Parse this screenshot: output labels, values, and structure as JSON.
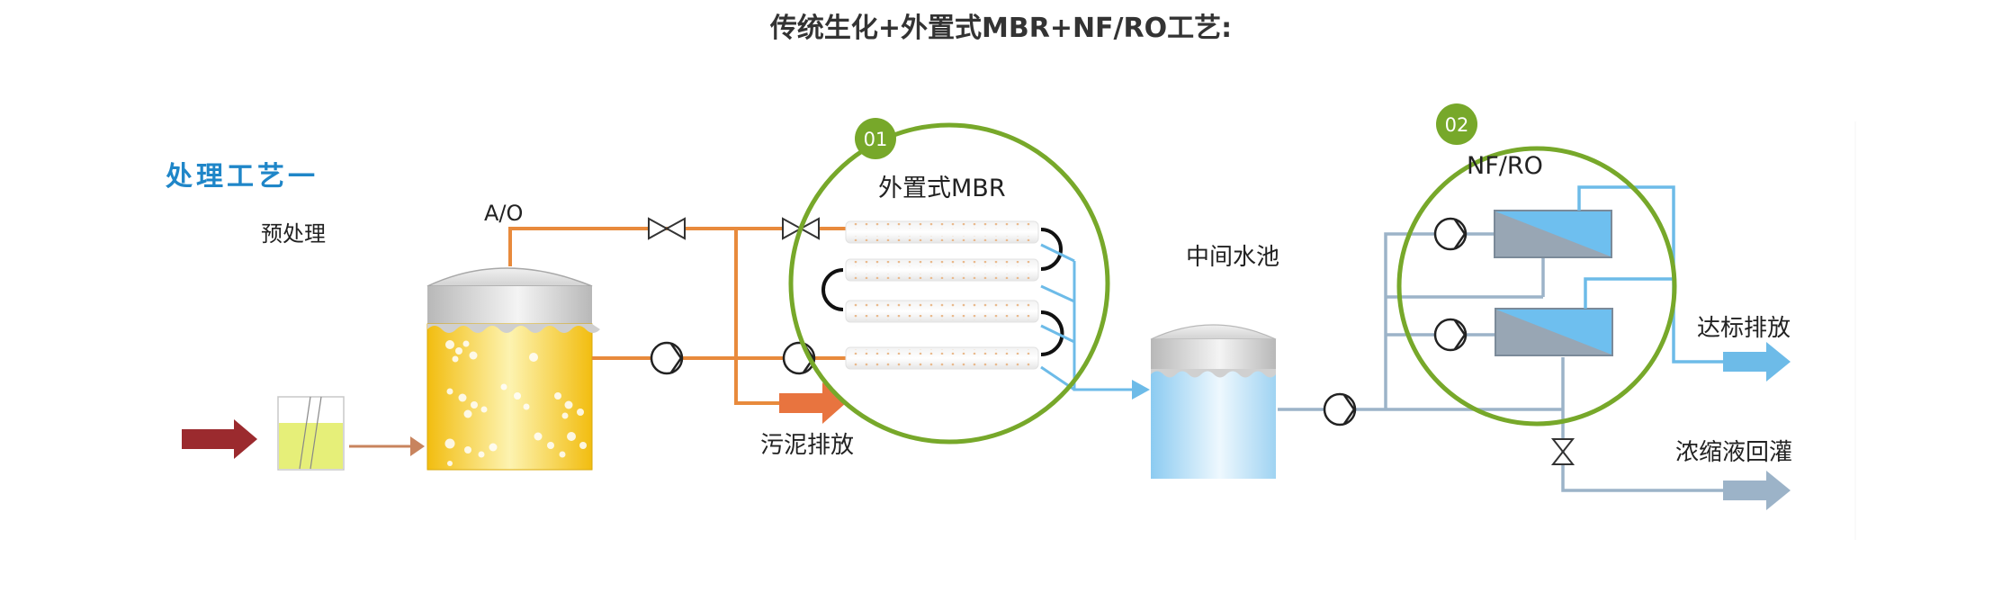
{
  "page": {
    "title": "传统生化+外置式MBR+NF/RO工艺:"
  },
  "diagram": {
    "heading": "处理工艺一",
    "colors": {
      "heading_blue": "#1f86c8",
      "orange_pipe": "#e88a3c",
      "green_circle": "#77a82a",
      "blue_pipe": "#6dbbe8",
      "gray_pipe": "#9cb3c8",
      "inlet_arrow": "#9b2a2e",
      "sludge_arrow": "#e8743f",
      "tank_yellow": "#f5c518",
      "tank_blue": "#9fd3f2",
      "membrane_gray": "#98a6b4",
      "membrane_blue": "#6ebfef"
    },
    "stages": {
      "pretreatment": "预处理",
      "ao": "A/O",
      "mbr": {
        "badge": "01",
        "label": "外置式MBR"
      },
      "intermediate_tank": "中间水池",
      "nfro": {
        "badge": "02",
        "label": "NF/RO"
      }
    },
    "outputs": {
      "sludge": "污泥排放",
      "discharge": "达标排放",
      "concentrate": "浓缩液回灌"
    }
  }
}
